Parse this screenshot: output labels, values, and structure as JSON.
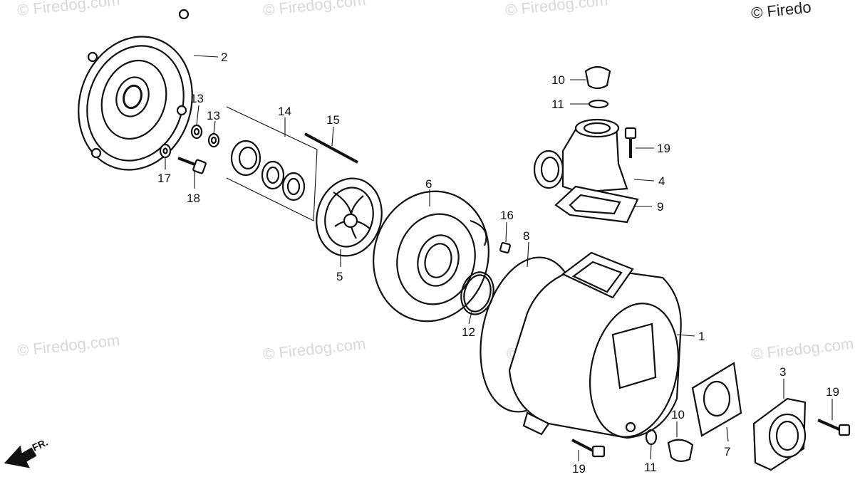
{
  "watermark": "© Firedog.com",
  "watermark_top_right": "© Firedo",
  "direction_label": "FR.",
  "callouts": [
    "1",
    "2",
    "3",
    "4",
    "5",
    "6",
    "7",
    "8",
    "9",
    "10",
    "11",
    "12",
    "13",
    "14",
    "15",
    "16",
    "17",
    "18",
    "19"
  ],
  "callouts_extra": {
    "c10b": "10",
    "c11b": "11",
    "c13b": "13",
    "c19b": "19",
    "c19c": "19"
  },
  "colors": {
    "ink": "#111111",
    "watermark": "#d8d8d8",
    "background": "#ffffff"
  }
}
